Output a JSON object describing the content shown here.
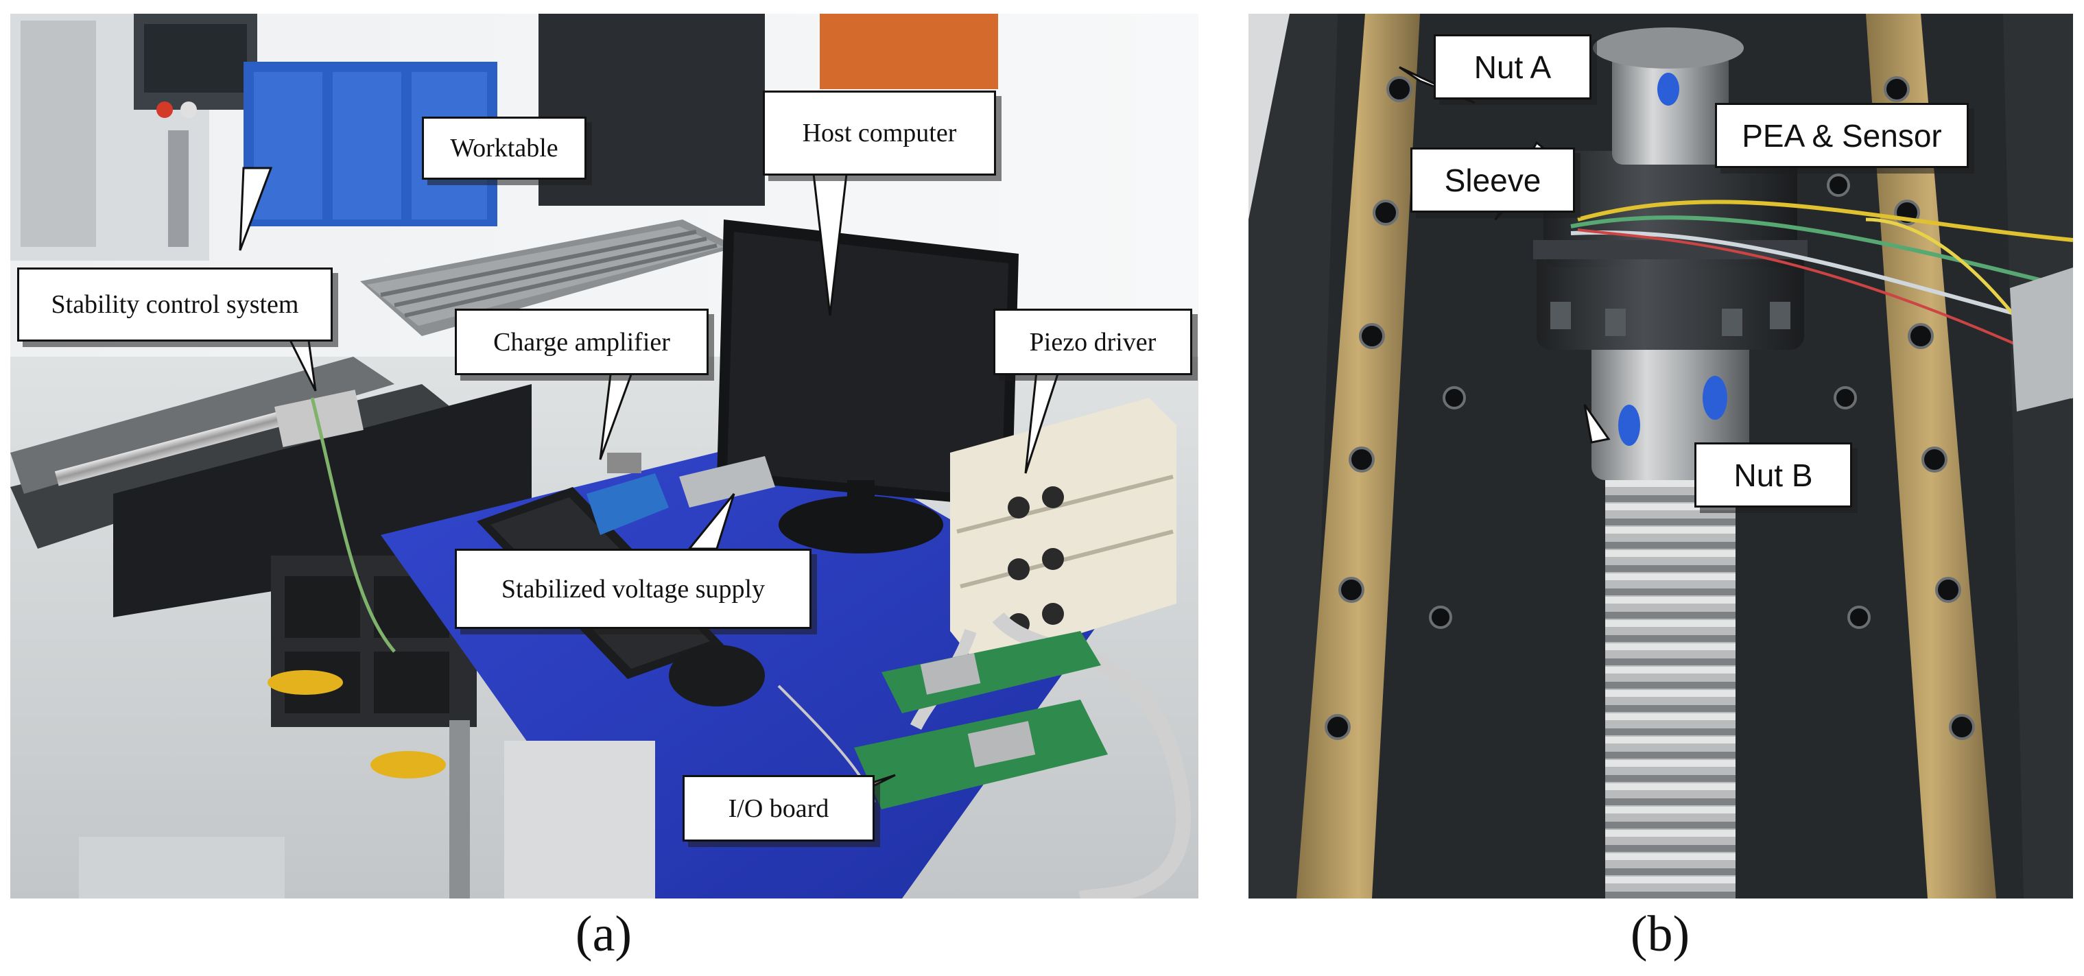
{
  "panel_a": {
    "caption": "(a)",
    "labels": {
      "worktable": "Worktable",
      "host_computer": "Host computer",
      "stability_control_system": "Stability control system",
      "charge_amplifier": "Charge amplifier",
      "piezo_driver": "Piezo driver",
      "stabilized_voltage_supply": "Stabilized voltage supply",
      "io_board": "I/O board"
    }
  },
  "panel_b": {
    "caption": "(b)",
    "labels": {
      "nut_a": "Nut A",
      "pea_sensor": "PEA & Sensor",
      "sleeve": "Sleeve",
      "nut_b": "Nut B"
    }
  },
  "colors": {
    "desk_blue": "#2a3fc0",
    "floor": "#cfd2d4",
    "io_board_green": "#2f8a4e",
    "rail_brass": "#b59a63",
    "housing_dark": "#2e3134"
  }
}
